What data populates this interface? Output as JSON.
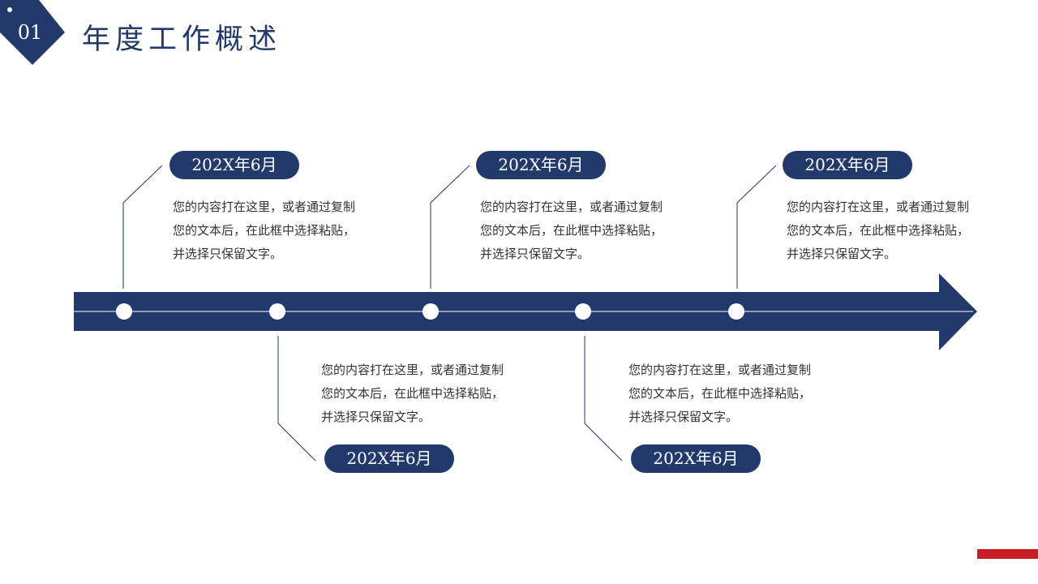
{
  "header": {
    "section_number": "01",
    "title": "年度工作概述"
  },
  "milestones": [
    {
      "date": "202X年6月",
      "text": "您的内容打在这里，或者通过复制您的文本后，在此框中选择粘贴，并选择只保留文字。"
    },
    {
      "date": "202X年6月",
      "text": "您的内容打在这里，或者通过复制您的文本后，在此框中选择粘贴，并选择只保留文字。"
    },
    {
      "date": "202X年6月",
      "text": "您的内容打在这里，或者通过复制您的文本后，在此框中选择粘贴，并选择只保留文字。"
    },
    {
      "date": "202X年6月",
      "text": "您的内容打在这里，或者通过复制您的文本后，在此框中选择粘贴，并选择只保留文字。"
    },
    {
      "date": "202X年6月",
      "text": "您的内容打在这里，或者通过复制您的文本后，在此框中选择粘贴，并选择只保留文字。"
    }
  ],
  "colors": {
    "primary": "#213a6b",
    "accent": "#c81d25",
    "text": "#333333"
  }
}
